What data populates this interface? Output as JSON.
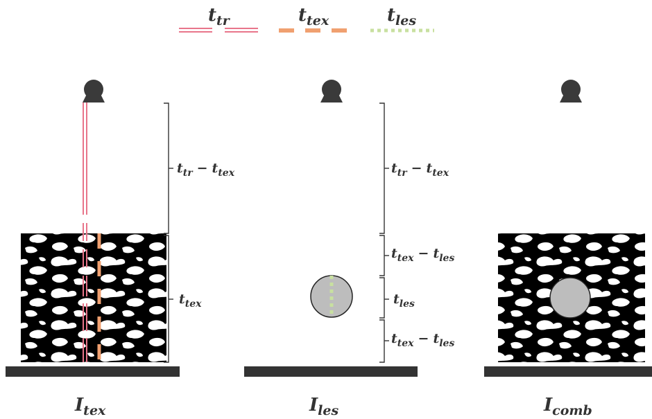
{
  "legend": [
    {
      "base": "t",
      "sub": "tr",
      "style": "double-dashed",
      "color": "#e8758a"
    },
    {
      "base": "t",
      "sub": "tex",
      "style": "dashed",
      "color": "#f0a070"
    },
    {
      "base": "t",
      "sub": "les",
      "style": "dotted",
      "color": "#c8e0a0"
    }
  ],
  "panels": [
    {
      "name": "tex",
      "label_base": "I",
      "label_sub": "tex"
    },
    {
      "name": "les",
      "label_base": "I",
      "label_sub": "les"
    },
    {
      "name": "comb",
      "label_base": "I",
      "label_sub": "comb"
    }
  ],
  "brackets": {
    "left": [
      {
        "a": "t",
        "as": "tr",
        "op": "−",
        "b": "t",
        "bs": "tex"
      },
      {
        "a": "t",
        "as": "tex",
        "op": "",
        "b": "",
        "bs": ""
      }
    ],
    "right": [
      {
        "a": "t",
        "as": "tr",
        "op": "−",
        "b": "t",
        "bs": "tex"
      },
      {
        "a": "t",
        "as": "tex",
        "op": "−",
        "b": "t",
        "bs": "les"
      },
      {
        "a": "t",
        "as": "les",
        "op": "",
        "b": "",
        "bs": ""
      },
      {
        "a": "t",
        "as": "tex",
        "op": "−",
        "b": "t",
        "bs": "les"
      }
    ]
  },
  "colors": {
    "tr": "#e8758a",
    "tex": "#f0a070",
    "les": "#c8e0a0",
    "ground": "#333333",
    "camera": "#3a3a3a",
    "lesion_fill": "#bdbdbd"
  }
}
